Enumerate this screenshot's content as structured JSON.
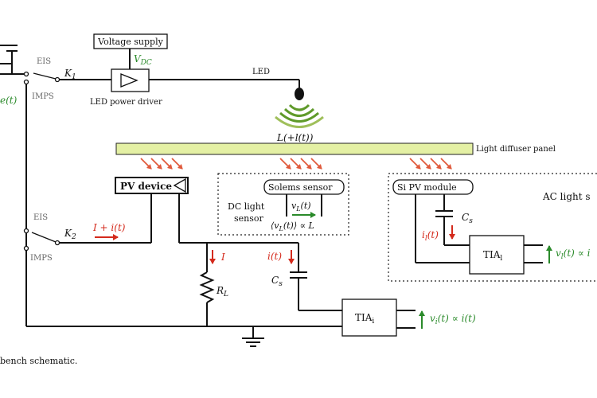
{
  "labels": {
    "voltage_supply": "Voltage supply",
    "vdc": "V",
    "vdc_sub": "DC",
    "led_driver": "LED power driver",
    "led": "LED",
    "led_light": "L(+l(t))",
    "switch1_top": "EIS",
    "switch1_bottom": "IMPS",
    "k1": "K",
    "k1_sub": "1",
    "left_source_partial": "e(t)",
    "diffuser": "Light diffuser panel",
    "pv_device": "PV device",
    "dc_sensor_line1": "DC light",
    "dc_sensor_line2": "sensor",
    "solems": "Solems sensor",
    "vl_t": "v",
    "vl_t_sub": "L",
    "vl_t_tail": "(t)",
    "avg_vl": "⟨v",
    "avg_vl_sub": "L",
    "avg_vl_tail": "(t)⟩ ∝ L",
    "si_module": "Si PV module",
    "ac_sensor_partial": "AC light s",
    "cs": "C",
    "cs_sub": "s",
    "il_t": "i",
    "il_t_sub": "l",
    "il_t_tail": "(t)",
    "tia_l": "TIA",
    "tia_l_sub": "l",
    "vl_prop": "v",
    "vl_prop_sub": "l",
    "vl_prop_tail": "(t) ∝ i",
    "switch2_top": "EIS",
    "switch2_bottom": "IMPS",
    "k2": "K",
    "k2_sub": "2",
    "i_plus": "I + i(t)",
    "i_dc": "I",
    "i_t": "i(t)",
    "cs2": "C",
    "cs2_sub": "s",
    "rl": "R",
    "rl_sub": "L",
    "tia_i": "TIA",
    "tia_i_sub": "i",
    "vi_prop": "v",
    "vi_prop_sub": "i",
    "vi_prop_tail": "(t) ∝ i(t)"
  },
  "caption": "bench schematic.",
  "colors": {
    "current_arrows": "#d42a1c",
    "voltage_labels": "#2a8a2a",
    "diffuser_fill": "#e4f0a4",
    "light_rays": "#e05a3c",
    "led_waves": "#5f9a2a"
  }
}
